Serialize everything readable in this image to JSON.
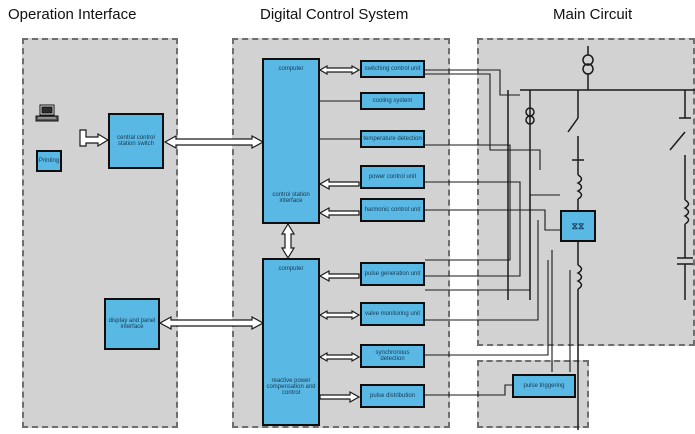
{
  "titles": {
    "operation": "Operation  Interface",
    "digital": "Digital Control System",
    "main": "Main Circuit"
  },
  "operation": {
    "printer_label": "Printing",
    "control_station_label": "central control station switch",
    "display_label": "display and panel interface"
  },
  "dcs": {
    "upper": {
      "top_label": "computer",
      "bottom_label": "control station interface"
    },
    "lower": {
      "top_label": "computer",
      "bottom_label": "reactive power compensation and control"
    },
    "modules": [
      "switching control unit",
      "cooling system",
      "temperature detection",
      "power control unit",
      "harmonic control unit",
      "pulse generation unit",
      "valve monitoring unit",
      "synchronous detection",
      "pulse distribution"
    ]
  },
  "main_circuit": {
    "pulse_label": "pulse triggering"
  },
  "colors": {
    "block": "#5ab8e4",
    "panel": "#d2d2d2",
    "border": "#0e0e0e"
  }
}
